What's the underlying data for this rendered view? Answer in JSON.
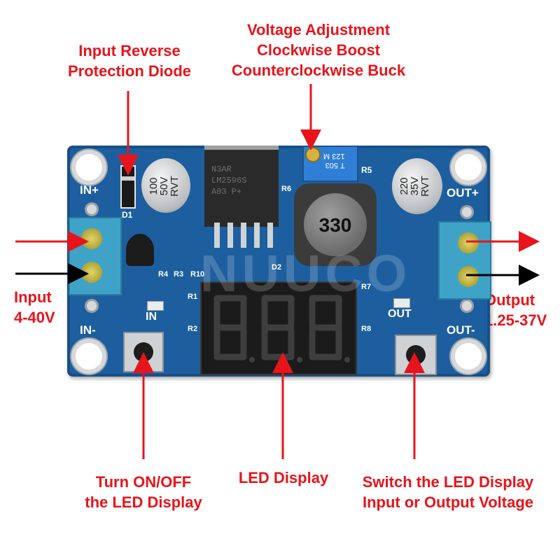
{
  "labels": {
    "reverse_diode": [
      "Input Reverse",
      "Protection Diode"
    ],
    "voltage_adjust": [
      "Voltage Adjustment",
      "Clockwise Boost",
      "Counterclockwise Buck"
    ],
    "input": [
      "Input",
      "4-40V"
    ],
    "output": [
      "Output",
      "1.25-37V"
    ],
    "turn_onoff": [
      "Turn ON/OFF",
      "the LED Display"
    ],
    "led_display": "LED Display",
    "switch_display": [
      "Switch the LED Display",
      "Input or Output Voltage"
    ]
  },
  "board": {
    "in_plus": "IN+",
    "in_minus": "IN-",
    "out_plus": "OUT+",
    "out_minus": "OUT-",
    "in_led": "IN",
    "out_led": "OUT",
    "d1": "D1",
    "d2": "D2",
    "r5": "R5",
    "r6": "R6",
    "r7": "R7",
    "r8": "R8",
    "r1": "R1",
    "r2": "R2",
    "r3": "R3",
    "r4": "R4",
    "r10": "R10",
    "inductor": "330",
    "cap_in": [
      "100",
      "50V",
      "RVT"
    ],
    "cap_out": [
      "220",
      "35V",
      "RVT"
    ],
    "pot": [
      "T 503",
      "123 M"
    ],
    "ic": [
      "N3AR",
      "LM2596S",
      "A03 P+"
    ],
    "watermark": "NUUCO"
  },
  "colors": {
    "annotation_red": "#e8141b",
    "board_blue": "#1d5f9e",
    "terminal_blue": "#3fa3c8"
  }
}
